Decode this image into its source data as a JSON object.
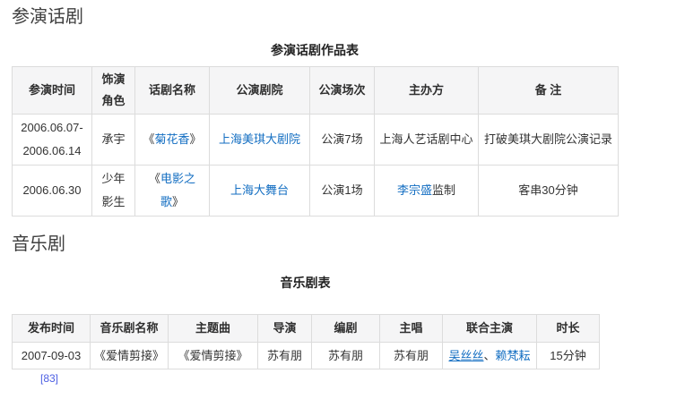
{
  "colors": {
    "link_blue": "#136ec2",
    "ref_link_blue": "#4d5fe3",
    "header_bg": "#f5f5f6",
    "border": "#dcdcdc",
    "heading_text": "#404040",
    "body_text": "#333333"
  },
  "section1": {
    "heading": "参演话剧",
    "table_title": "参演话剧作品表",
    "table": {
      "headers": [
        "参演时间",
        "饰演角色",
        "话剧名称",
        "公演剧院",
        "公演场次",
        "主办方",
        "备 注"
      ],
      "rows": [
        {
          "time_line1": "2006.06.07-",
          "time_line2": "2006.06.14",
          "role": "承宇",
          "play_bracket_open": "《",
          "play_link": "菊花香",
          "play_bracket_close": "》",
          "theater_link": "上海美琪大剧院",
          "sessions": "公演7场",
          "organizer": "上海人艺话剧中心",
          "remark": "打破美琪大剧院公演记录"
        },
        {
          "time_line1": "2006.06.30",
          "role": "少年影生",
          "play_bracket_open": "《",
          "play_link": "电影之歌",
          "play_bracket_close": "》",
          "theater_link": "上海大舞台",
          "sessions": "公演1场",
          "organizer_link": "李宗盛",
          "organizer_suffix": "监制",
          "remark": "客串30分钟"
        }
      ]
    }
  },
  "section2": {
    "heading": "音乐剧",
    "table_title": "音乐剧表",
    "table": {
      "headers": [
        "发布时间",
        "音乐剧名称",
        "主题曲",
        "导演",
        "编剧",
        "主唱",
        "联合主演",
        "时长"
      ],
      "rows": [
        {
          "date": "2007-09-03",
          "name": "《爱情剪接》",
          "theme": "《爱情剪接》",
          "director": "苏有朋",
          "writer": "苏有朋",
          "lead_singer": "苏有朋",
          "costar_link1": "吴丝丝",
          "costar_separator": "、",
          "costar_link2": "赖梵耘",
          "duration": "15分钟"
        }
      ]
    }
  },
  "reference": {
    "label": "[83]"
  }
}
